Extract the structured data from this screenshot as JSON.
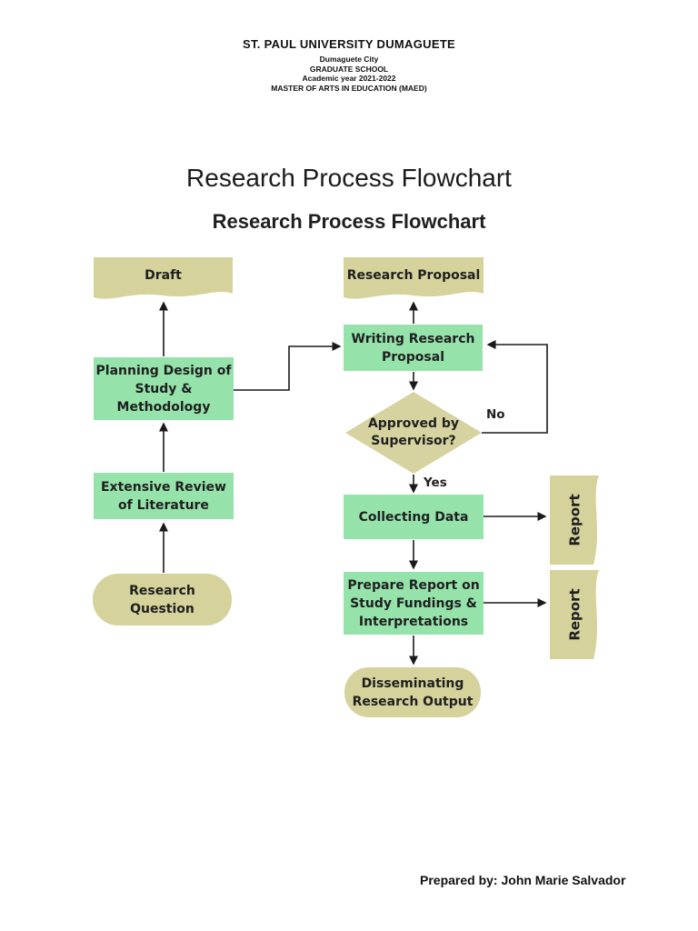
{
  "header": {
    "line1": "ST. PAUL UNIVERSITY DUMAGUETE",
    "line2": "Dumaguete City",
    "line3": "GRADUATE SCHOOL",
    "line4": "Academic year 2021-2022",
    "line5": "MASTER OF ARTS IN EDUCATION (MAED)"
  },
  "title": "Research Process Flowchart",
  "subtitle": "Research Process Flowchart",
  "footer": "Prepared by: John Marie Salvador",
  "flowchart": {
    "nodes": {
      "draft": {
        "label": "Draft",
        "shape": "document"
      },
      "research_proposal": {
        "label": "Research Proposal",
        "shape": "document"
      },
      "planning": {
        "label": "Planning Design of\nStudy &\nMethodology",
        "shape": "process"
      },
      "writing": {
        "label": "Writing Research\nProposal",
        "shape": "process"
      },
      "extensive_review": {
        "label": "Extensive Review\nof Literature",
        "shape": "process"
      },
      "research_question": {
        "label": "Research\nQuestion",
        "shape": "terminator"
      },
      "approved": {
        "label": "Approved by\nSupervisor?",
        "shape": "decision"
      },
      "collecting": {
        "label": "Collecting Data",
        "shape": "process"
      },
      "report1": {
        "label": "Report",
        "shape": "document-rotated"
      },
      "prepare": {
        "label": "Prepare Report on\nStudy Fundings &\nInterpretations",
        "shape": "process"
      },
      "report2": {
        "label": "Report",
        "shape": "document-rotated"
      },
      "disseminating": {
        "label": "Disseminating\nResearch Output",
        "shape": "terminator"
      }
    },
    "branch_labels": {
      "no": "No",
      "yes": "Yes"
    },
    "edges": [
      {
        "from": "research_question",
        "to": "extensive_review"
      },
      {
        "from": "extensive_review",
        "to": "planning"
      },
      {
        "from": "planning",
        "to": "draft"
      },
      {
        "from": "planning",
        "to": "writing"
      },
      {
        "from": "writing",
        "to": "research_proposal"
      },
      {
        "from": "writing",
        "to": "approved"
      },
      {
        "from": "approved",
        "to": "writing",
        "label": "No"
      },
      {
        "from": "approved",
        "to": "collecting",
        "label": "Yes"
      },
      {
        "from": "collecting",
        "to": "report1"
      },
      {
        "from": "collecting",
        "to": "prepare"
      },
      {
        "from": "prepare",
        "to": "report2"
      },
      {
        "from": "prepare",
        "to": "disseminating"
      }
    ],
    "colors": {
      "process_fill": "#95e3ab",
      "terminal_fill": "#d5d29b",
      "line": "#1a1a1a",
      "text": "#1f1f1f"
    }
  }
}
